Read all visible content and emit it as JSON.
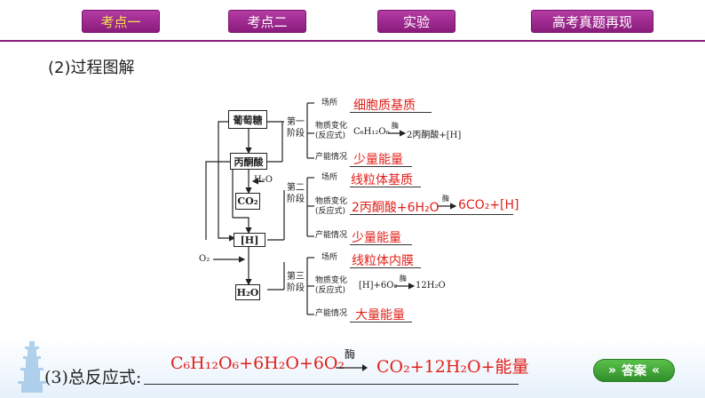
{
  "tabs": [
    {
      "label": "考点一",
      "active": true
    },
    {
      "label": "考点二",
      "active": false
    },
    {
      "label": "实验",
      "active": false
    },
    {
      "label": "高考真题再现",
      "active": false
    }
  ],
  "section_title": "(2)过程图解",
  "diagram": {
    "boxes": {
      "glucose": "葡萄糖",
      "pyruvate": "丙酮酸",
      "co2": "CO₂",
      "h": "[H]",
      "h2o": "H₂O"
    },
    "inputs": {
      "h2o_in": "H₂O",
      "o2_in": "O₂"
    },
    "stages": [
      {
        "name": "第一\n阶段",
        "place_label": "场所",
        "place_answer": "细胞质基质",
        "change_label": "物质变化\n(反应式)",
        "reaction_left": "C₆H₁₂O₆",
        "reaction_enzyme": "酶",
        "reaction_right": "2丙酮酸+[H]",
        "energy_label": "产能情况",
        "energy_answer": "少量能量"
      },
      {
        "name": "第二\n阶段",
        "place_label": "场所",
        "place_answer": "线粒体基质",
        "change_label": "物质变化\n(反应式)",
        "reaction_left": "2丙酮酸+6H₂O",
        "reaction_enzyme": "酶",
        "reaction_right": "6CO₂+[H]",
        "energy_label": "产能情况",
        "energy_answer": "少量能量"
      },
      {
        "name": "第三\n阶段",
        "place_label": "场所",
        "place_answer": "线粒体内膜",
        "change_label": "物质变化\n(反应式)",
        "reaction_left": "[H]+6O₂",
        "reaction_enzyme": "酶",
        "reaction_right": "12H₂O",
        "energy_label": "产能情况",
        "energy_answer": "大量能量"
      }
    ]
  },
  "total": {
    "label": "(3)总反应式:",
    "left": "C₆H₁₂O₆+6H₂O+6O₂",
    "enzyme": "酶",
    "right": "CO₂+12H₂O+能量"
  },
  "answer_button": {
    "label": "答案",
    "prefix": "»",
    "suffix": "«"
  },
  "colors": {
    "accent": "#8a1b7d",
    "answer_red": "#e0201b",
    "button_green": "#2f8f2a"
  }
}
